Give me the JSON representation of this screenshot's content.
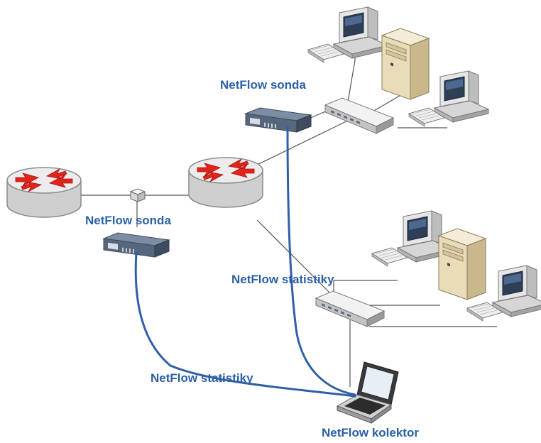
{
  "labels": {
    "probe_top": "NetFlow sonda",
    "probe_left": "NetFlow sonda",
    "stats_right": "NetFlow statistiky",
    "stats_left": "NetFlow statistiky",
    "collector": "NetFlow kolektor"
  },
  "colors": {
    "flow_line": "#2f5fa8",
    "label_text": "#2a5fa8",
    "net_line": "#555555",
    "router_body": "#e2e2e2",
    "arrow_red": "#e0261b",
    "server_beige": "#e9dcb8",
    "monitor_gray": "#dcdcdc",
    "appliance_blue": "#5a6b80"
  },
  "icons": {
    "router": "router-icon",
    "switch": "switch-icon",
    "probe": "netflow-probe-icon",
    "tap": "network-tap-icon",
    "pc": "desktop-pc-icon",
    "server": "tower-server-icon",
    "laptop": "laptop-icon"
  }
}
